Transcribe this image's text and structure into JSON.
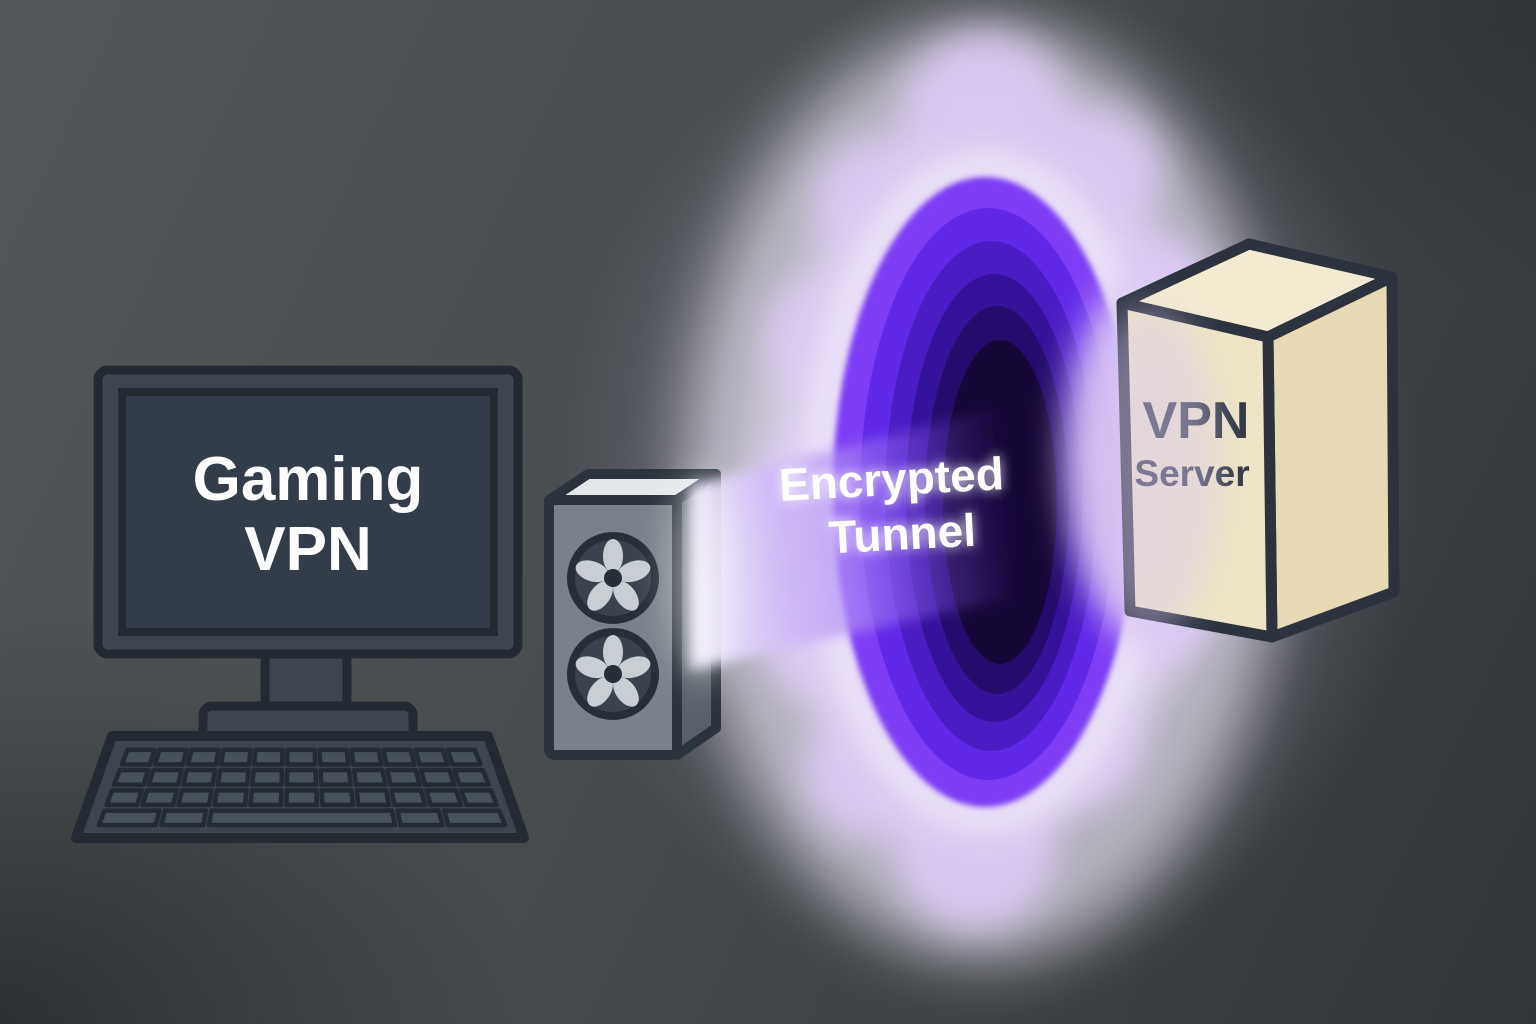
{
  "labels": {
    "monitor": {
      "line1": "Gaming",
      "line2": "VPN"
    },
    "tunnel": {
      "line1": "Encrypted",
      "line2": "Tunnel"
    },
    "server": {
      "line1": "VPN",
      "line2": "Server"
    }
  },
  "colors": {
    "accent_violet": "#7c3cf4",
    "deep_violet": "#2a0f7e",
    "tunnel_core": "#150738",
    "lavender_glow": "#d9c8f2",
    "device_gray": "#3c4550",
    "tower_gray": "#79818a",
    "outline_dark": "#242b33",
    "server_cream": "#eee5c6",
    "label_white": "#ffffff",
    "label_dark": "#2e3742"
  },
  "icons": {
    "fan_top": "fan-icon",
    "fan_bottom": "fan-icon"
  }
}
